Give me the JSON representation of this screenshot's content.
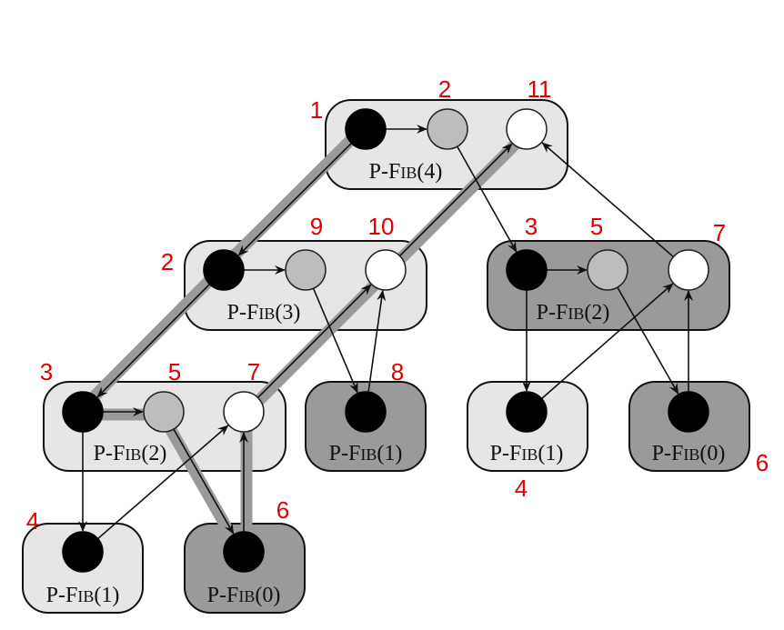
{
  "diagram": {
    "title": "P-FIB(4) computation DAG with critical path and execution-order annotations",
    "colors": {
      "light_frame": "#e6e6e6",
      "dark_frame": "#9a9a9a",
      "critical_path": "#9a9a9a",
      "step_number": "#e00000",
      "strand_spawn": "#000000",
      "strand_continue": "#bdbdbd",
      "strand_sync": "#ffffff"
    },
    "frames": [
      {
        "id": "f4",
        "prefix": "P-F",
        "sc": "IB",
        "arg": "(4)",
        "shade": "light",
        "strands": [
          "s4a",
          "s4b",
          "s4c"
        ]
      },
      {
        "id": "f3",
        "prefix": "P-F",
        "sc": "IB",
        "arg": "(3)",
        "shade": "light",
        "strands": [
          "s3a",
          "s3b",
          "s3c"
        ]
      },
      {
        "id": "f2r",
        "prefix": "P-F",
        "sc": "IB",
        "arg": "(2)",
        "shade": "dark",
        "strands": [
          "s2ra",
          "s2rb",
          "s2rc"
        ]
      },
      {
        "id": "f2l",
        "prefix": "P-F",
        "sc": "IB",
        "arg": "(2)",
        "shade": "light",
        "strands": [
          "s2la",
          "s2lb",
          "s2lc"
        ]
      },
      {
        "id": "f1m",
        "prefix": "P-F",
        "sc": "IB",
        "arg": "(1)",
        "shade": "dark",
        "strands": [
          "s1m"
        ]
      },
      {
        "id": "f1r",
        "prefix": "P-F",
        "sc": "IB",
        "arg": "(1)",
        "shade": "light",
        "strands": [
          "s1r"
        ]
      },
      {
        "id": "f0r",
        "prefix": "P-F",
        "sc": "IB",
        "arg": "(0)",
        "shade": "dark",
        "strands": [
          "s0r"
        ]
      },
      {
        "id": "f1l",
        "prefix": "P-F",
        "sc": "IB",
        "arg": "(1)",
        "shade": "light",
        "strands": [
          "s1l"
        ]
      },
      {
        "id": "f0l",
        "prefix": "P-F",
        "sc": "IB",
        "arg": "(0)",
        "shade": "dark",
        "strands": [
          "s0l"
        ]
      }
    ],
    "strands": [
      {
        "id": "s4a",
        "kind": "black"
      },
      {
        "id": "s4b",
        "kind": "gray"
      },
      {
        "id": "s4c",
        "kind": "white"
      },
      {
        "id": "s3a",
        "kind": "black"
      },
      {
        "id": "s3b",
        "kind": "gray"
      },
      {
        "id": "s3c",
        "kind": "white"
      },
      {
        "id": "s2ra",
        "kind": "black"
      },
      {
        "id": "s2rb",
        "kind": "gray"
      },
      {
        "id": "s2rc",
        "kind": "white"
      },
      {
        "id": "s2la",
        "kind": "black"
      },
      {
        "id": "s2lb",
        "kind": "gray"
      },
      {
        "id": "s2lc",
        "kind": "white"
      },
      {
        "id": "s1m",
        "kind": "black"
      },
      {
        "id": "s1r",
        "kind": "black"
      },
      {
        "id": "s0r",
        "kind": "black"
      },
      {
        "id": "s1l",
        "kind": "black"
      },
      {
        "id": "s0l",
        "kind": "black"
      }
    ],
    "edges": [
      {
        "from": "s4a",
        "to": "s4b",
        "critical": false
      },
      {
        "from": "s4a",
        "to": "s3a",
        "critical": true
      },
      {
        "from": "s4b",
        "to": "s2ra",
        "critical": false
      },
      {
        "from": "s3c",
        "to": "s4c",
        "critical": true
      },
      {
        "from": "s2rc",
        "to": "s4c",
        "critical": false
      },
      {
        "from": "s3a",
        "to": "s3b",
        "critical": false
      },
      {
        "from": "s3a",
        "to": "s2la",
        "critical": true
      },
      {
        "from": "s3b",
        "to": "s1m",
        "critical": false
      },
      {
        "from": "s1m",
        "to": "s3c",
        "critical": false
      },
      {
        "from": "s2lc",
        "to": "s3c",
        "critical": true
      },
      {
        "from": "s2ra",
        "to": "s2rb",
        "critical": false
      },
      {
        "from": "s2ra",
        "to": "s1r",
        "critical": false
      },
      {
        "from": "s2rb",
        "to": "s0r",
        "critical": false
      },
      {
        "from": "s1r",
        "to": "s2rc",
        "critical": false
      },
      {
        "from": "s0r",
        "to": "s2rc",
        "critical": false
      },
      {
        "from": "s2la",
        "to": "s2lb",
        "critical": true
      },
      {
        "from": "s2la",
        "to": "s1l",
        "critical": false
      },
      {
        "from": "s2lb",
        "to": "s0l",
        "critical": true
      },
      {
        "from": "s1l",
        "to": "s2lc",
        "critical": false
      },
      {
        "from": "s0l",
        "to": "s2lc",
        "critical": true
      }
    ],
    "step_labels": [
      {
        "text": "1",
        "near": "s4a"
      },
      {
        "text": "2",
        "near": "s4b"
      },
      {
        "text": "11",
        "near": "s4c"
      },
      {
        "text": "2",
        "near": "s3a"
      },
      {
        "text": "9",
        "near": "s3b"
      },
      {
        "text": "10",
        "near": "s3c"
      },
      {
        "text": "3",
        "near": "s2ra"
      },
      {
        "text": "5",
        "near": "s2rb"
      },
      {
        "text": "7",
        "near": "s2rc"
      },
      {
        "text": "3",
        "near": "s2la"
      },
      {
        "text": "5",
        "near": "s2lb"
      },
      {
        "text": "7",
        "near": "s2lc"
      },
      {
        "text": "8",
        "near": "s1m"
      },
      {
        "text": "4",
        "near": "s1r"
      },
      {
        "text": "6",
        "near": "s0r"
      },
      {
        "text": "4",
        "near": "s1l"
      },
      {
        "text": "6",
        "near": "s0l"
      }
    ]
  }
}
